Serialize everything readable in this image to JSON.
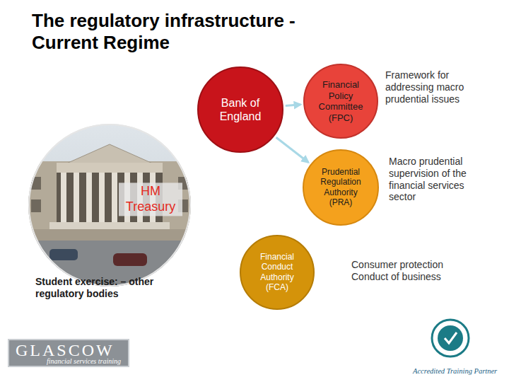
{
  "diagram": {
    "title": "The regulatory infrastructure - Current Regime",
    "nodes": [
      {
        "text": [
          "Bank of England"
        ]
      },
      {
        "text": [
          "Financial Policy Committee (FPC)"
        ]
      },
      {
        "text": [
          "HM Treasury"
        ]
      },
      {
        "text": [
          "Prudential Regulation Authority (PRA)"
        ]
      },
      {
        "text": [
          "Financial Conduct Authority (FCA)"
        ]
      }
    ],
    "edges": [
      {
        "from": 0,
        "to": 1,
        "arrow": "to"
      },
      {
        "from": 0,
        "to": 3,
        "arrow": "to"
      }
    ],
    "labels": [
      "Framework for addressing macro prudential issues",
      "Macro prudential supervision of the financial services sector",
      "Consumer protection Conduct of business",
      "Student exercise: – other regulatory bodies",
      "GLASCOW",
      "financial services training",
      "Accredited Training Partner"
    ]
  }
}
